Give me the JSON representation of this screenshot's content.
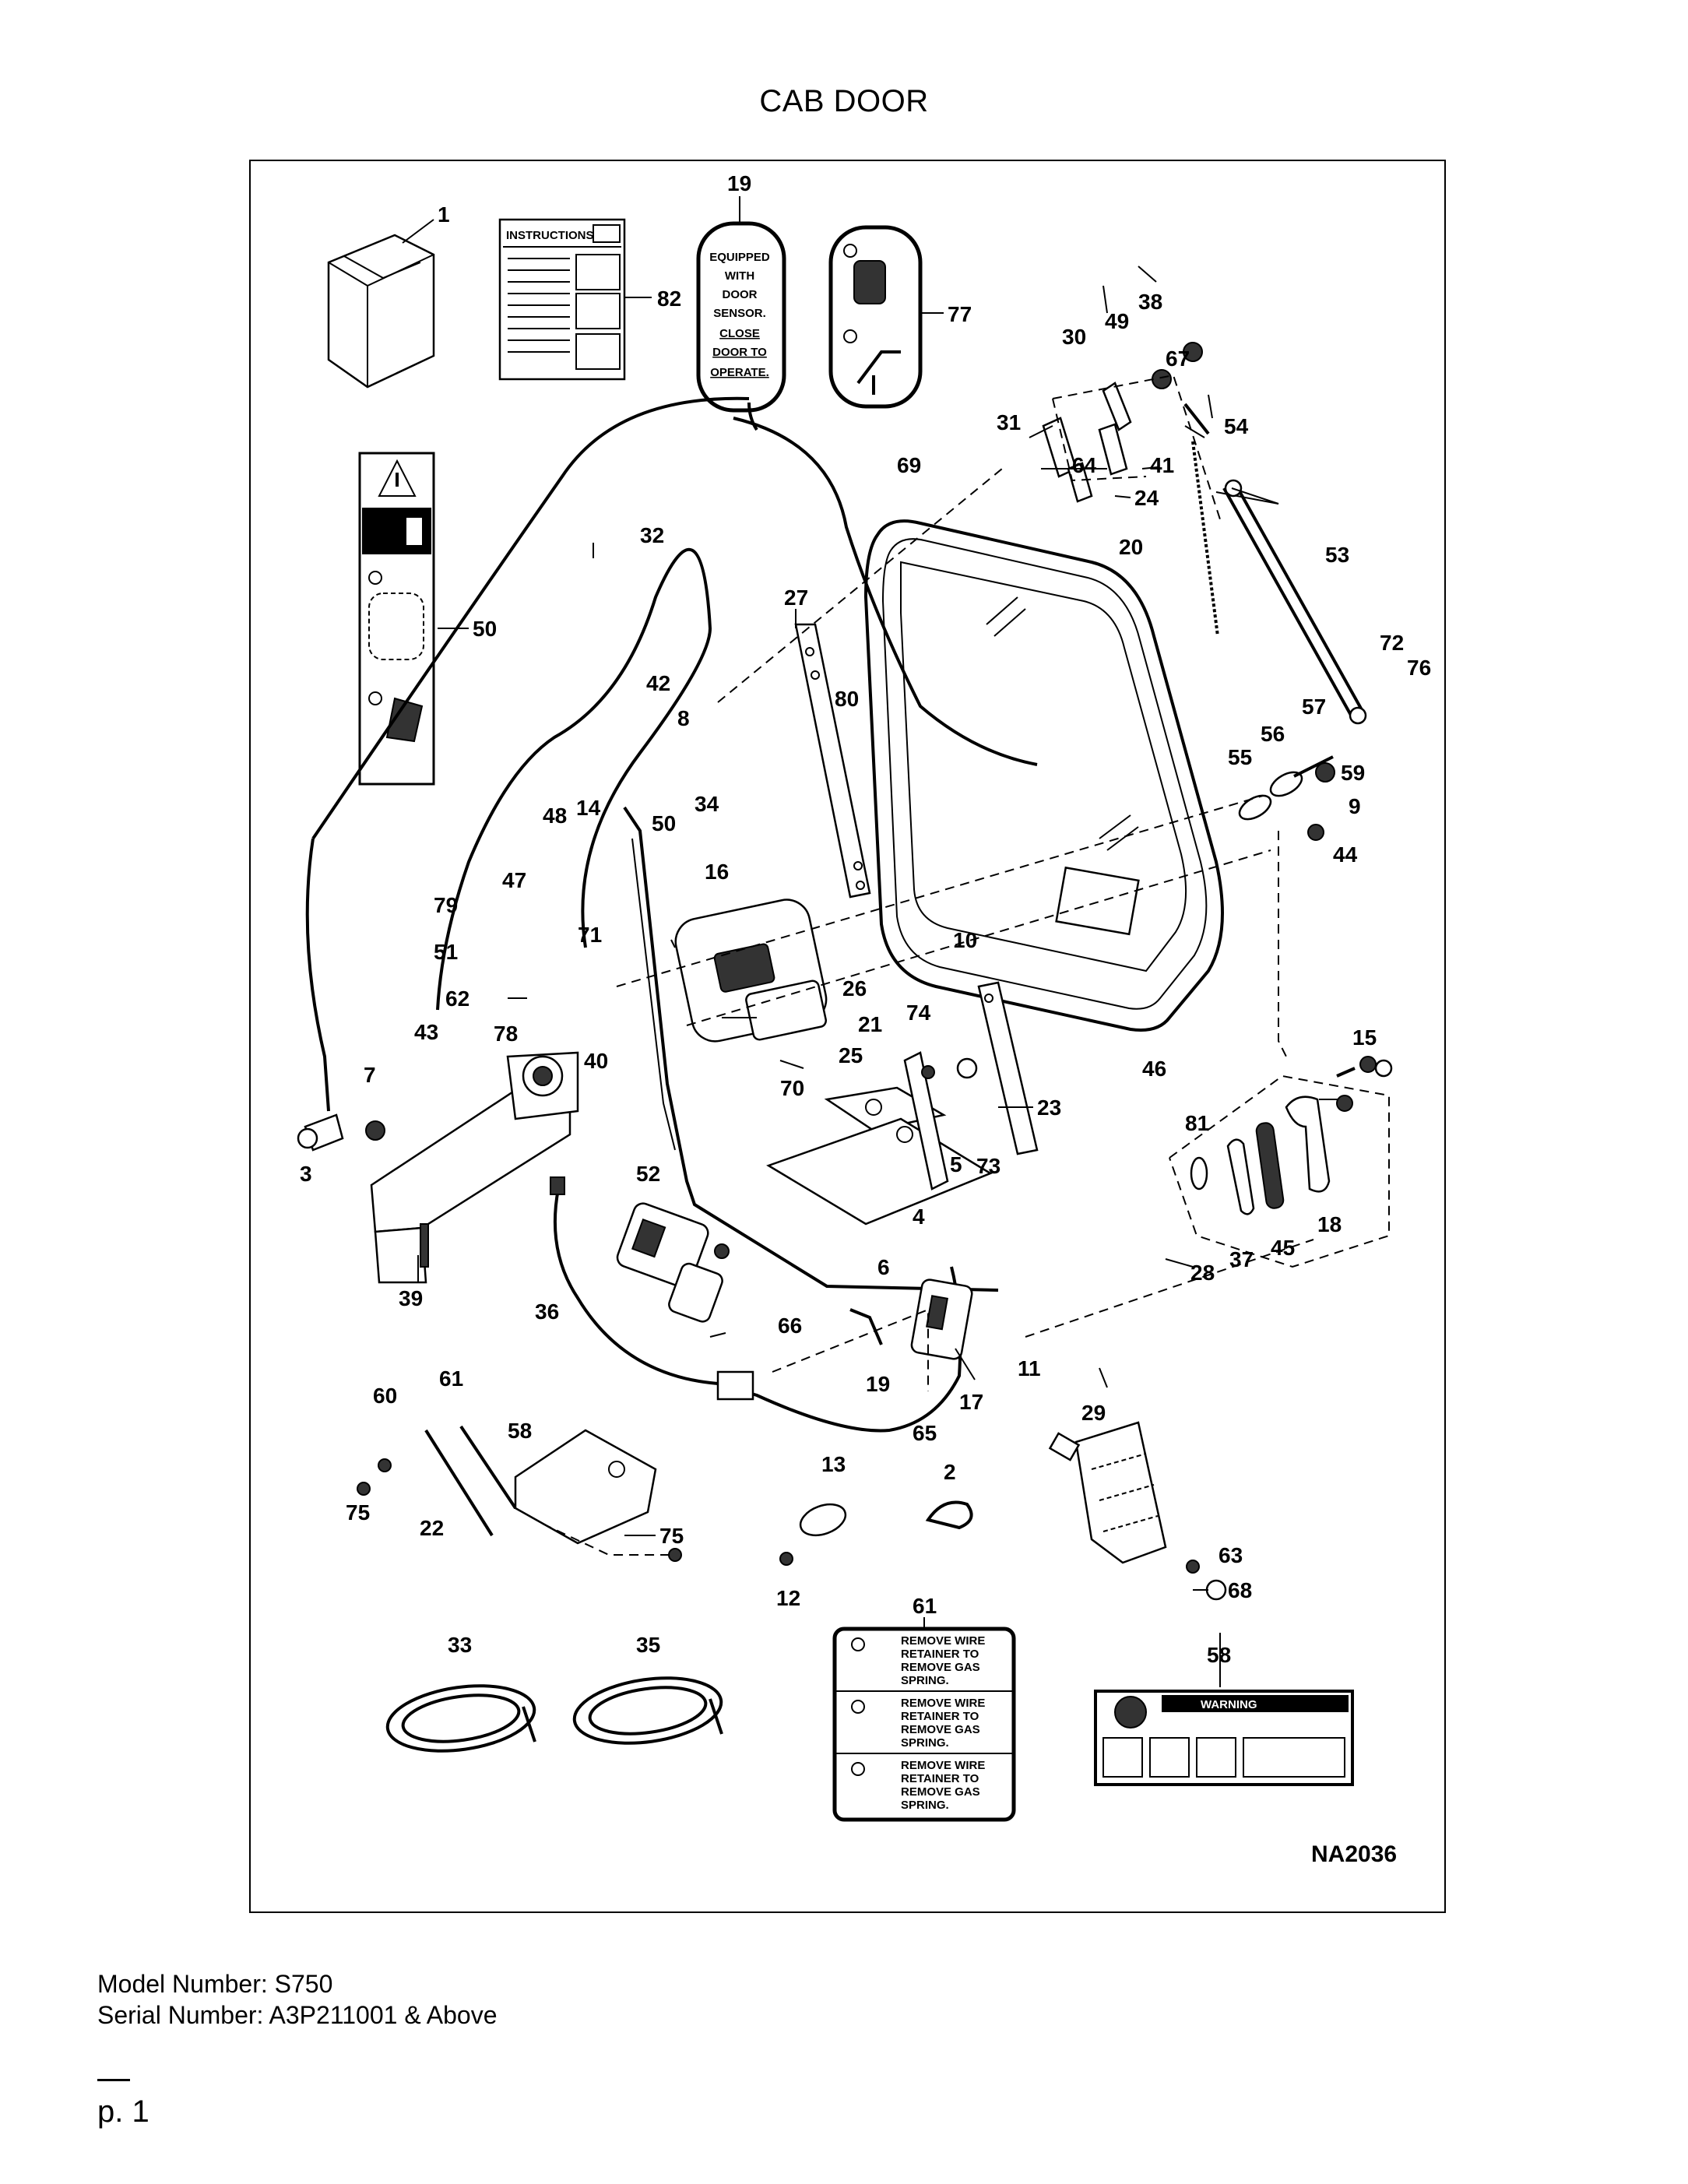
{
  "page": {
    "title": "CAB DOOR",
    "reference_code": "NA2036",
    "model_line": "Model Number: S750",
    "serial_line": "Serial Number: A3P211001 & Above",
    "page_number": "p. 1"
  },
  "decals": {
    "instructions_label": "INSTRUCTIONS",
    "sensor_decal": [
      "EQUIPPED",
      "WITH",
      "DOOR",
      "SENSOR.",
      "CLOSE",
      "DOOR TO",
      "OPERATE."
    ],
    "gas_spring_decal": [
      "REMOVE WIRE",
      "RETAINER TO",
      "REMOVE GAS",
      "SPRING."
    ],
    "warning_label": "WARNING"
  },
  "callouts": [
    "1",
    "82",
    "19",
    "77",
    "38",
    "49",
    "30",
    "67",
    "54",
    "31",
    "64",
    "41",
    "69",
    "24",
    "20",
    "53",
    "32",
    "27",
    "50",
    "72",
    "76",
    "42",
    "80",
    "57",
    "56",
    "8",
    "55",
    "59",
    "9",
    "34",
    "44",
    "48",
    "14",
    "50",
    "16",
    "47",
    "79",
    "71",
    "51",
    "10",
    "26",
    "62",
    "21",
    "74",
    "78",
    "40",
    "43",
    "25",
    "15",
    "7",
    "70",
    "23",
    "46",
    "81",
    "3",
    "5",
    "73",
    "4",
    "52",
    "18",
    "39",
    "36",
    "6",
    "45",
    "37",
    "66",
    "28",
    "19",
    "17",
    "11",
    "29",
    "61",
    "60",
    "58",
    "65",
    "75",
    "22",
    "75",
    "13",
    "2",
    "63",
    "12",
    "68",
    "61",
    "33",
    "35",
    "58"
  ]
}
